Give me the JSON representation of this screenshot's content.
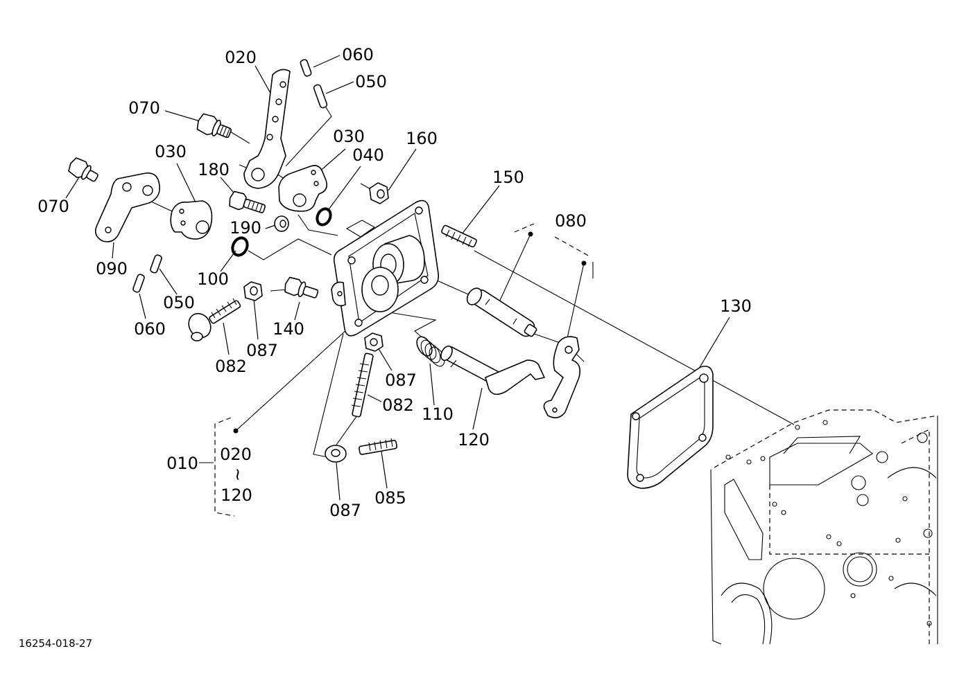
{
  "figure_code": "16254-018-27",
  "callouts": [
    "020",
    "060",
    "050",
    "070",
    "030",
    "160",
    "030",
    "040",
    "180",
    "150",
    "070",
    "080",
    "190",
    "090",
    "100",
    "050",
    "130",
    "140",
    "060",
    "087",
    "082",
    "087",
    "082",
    "110",
    "120",
    "010",
    "020",
    "~",
    "120",
    "085",
    "087"
  ]
}
